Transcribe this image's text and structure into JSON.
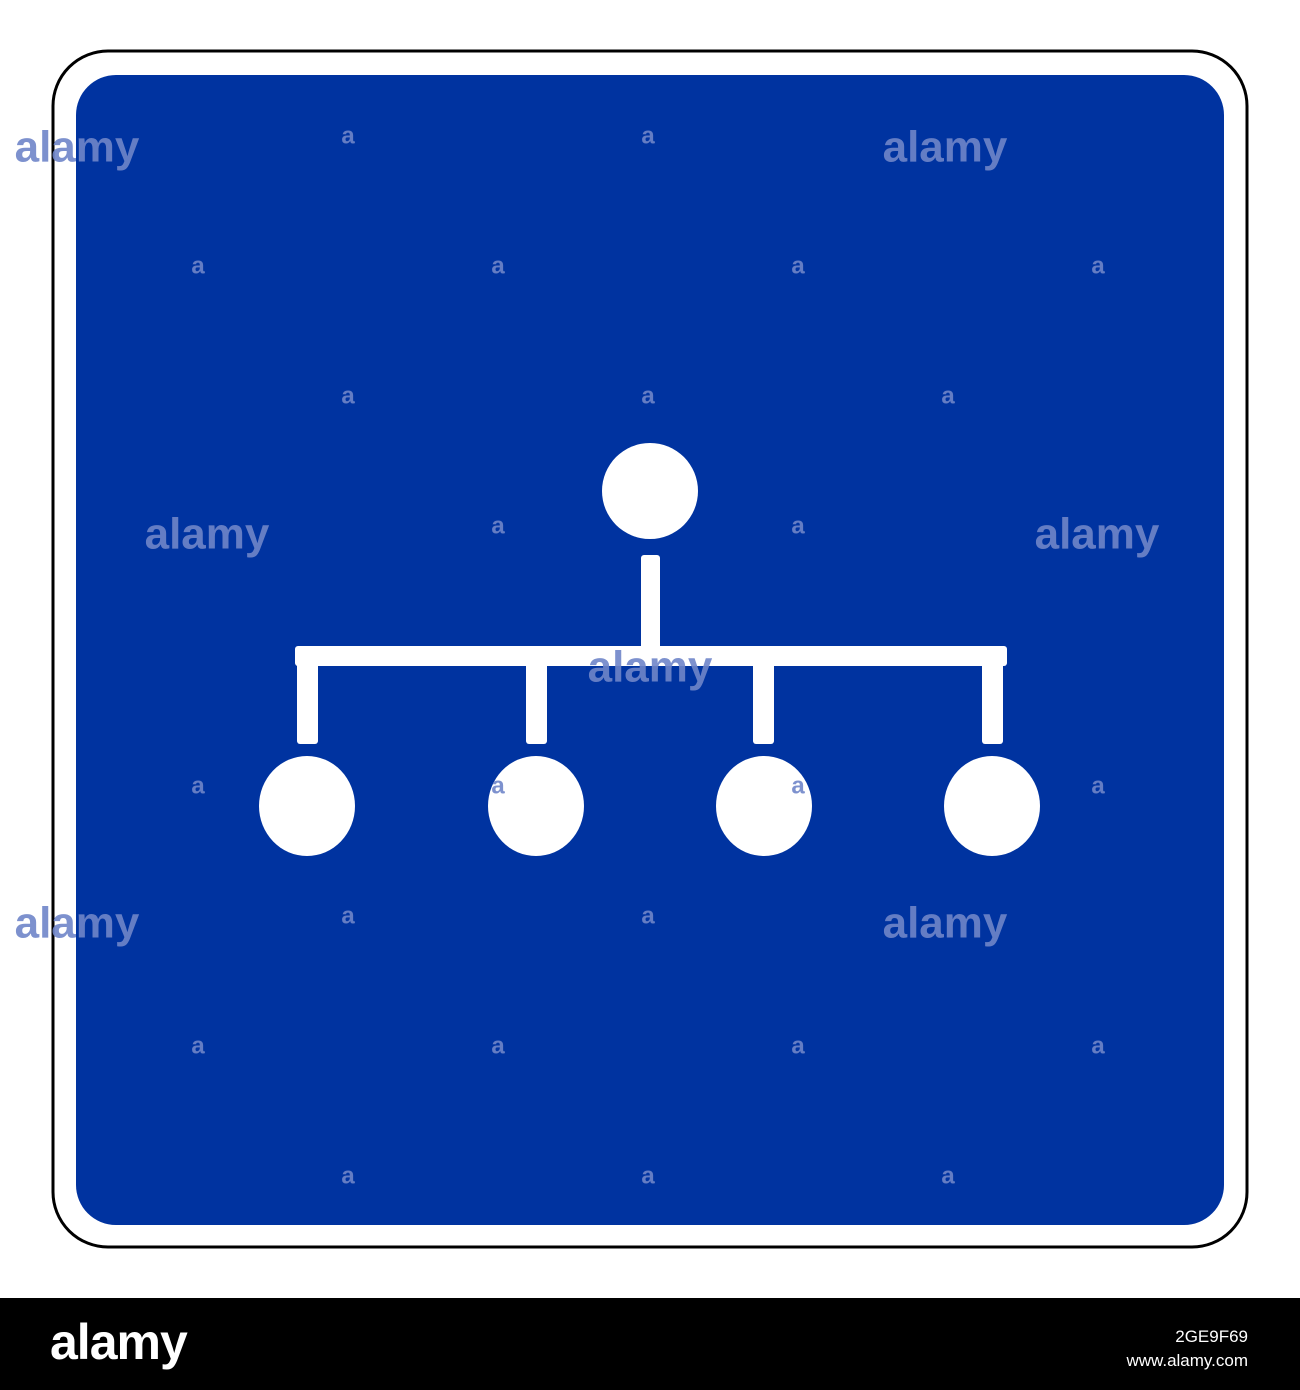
{
  "sign": {
    "background_color": "#0033a0",
    "border_color": "#000000",
    "symbol_color": "#ffffff",
    "symbol": "hierarchy-tree-icon",
    "child_node_count": 4
  },
  "watermark": {
    "text": "alamy",
    "short_text": "a"
  },
  "footer": {
    "logo": "alamy",
    "image_id": "2GE9F69",
    "url": "www.alamy.com"
  }
}
